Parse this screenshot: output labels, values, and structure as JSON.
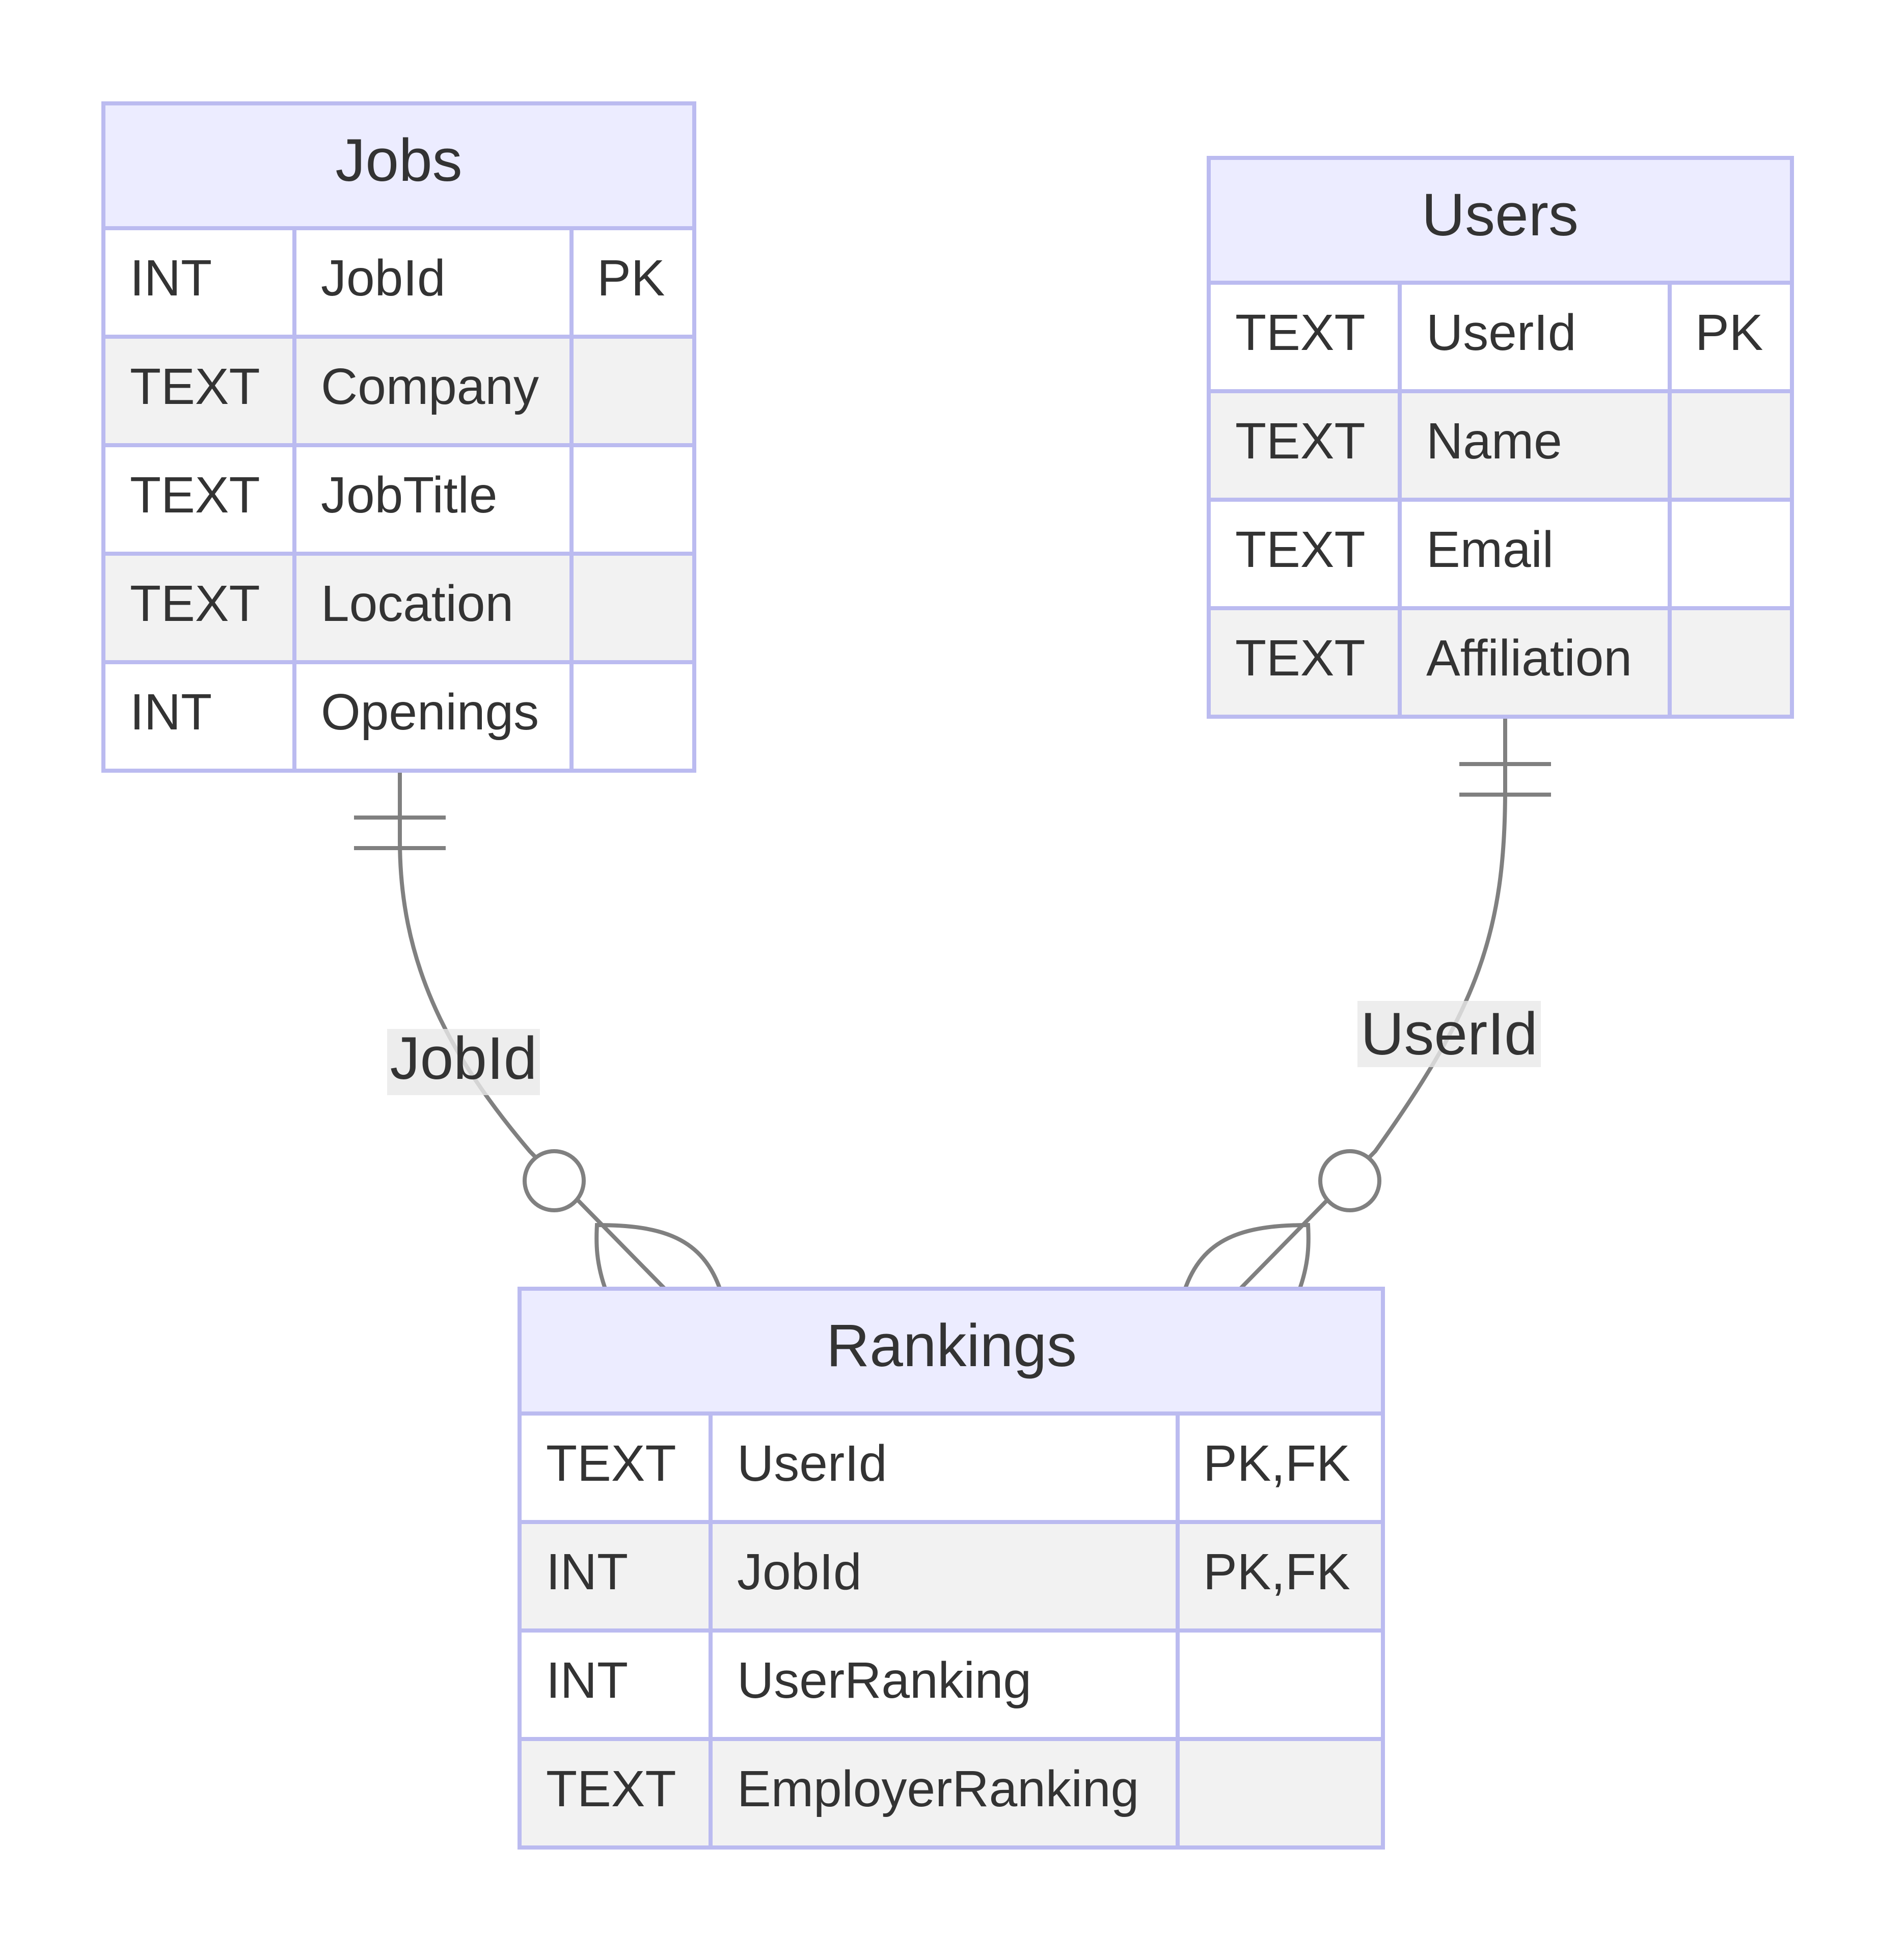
{
  "entities": {
    "jobs": {
      "name": "Jobs",
      "attributes": [
        {
          "type": "INT",
          "name": "JobId",
          "key": "PK"
        },
        {
          "type": "TEXT",
          "name": "Company",
          "key": ""
        },
        {
          "type": "TEXT",
          "name": "JobTitle",
          "key": ""
        },
        {
          "type": "TEXT",
          "name": "Location",
          "key": ""
        },
        {
          "type": "INT",
          "name": "Openings",
          "key": ""
        }
      ]
    },
    "users": {
      "name": "Users",
      "attributes": [
        {
          "type": "TEXT",
          "name": "UserId",
          "key": "PK"
        },
        {
          "type": "TEXT",
          "name": "Name",
          "key": ""
        },
        {
          "type": "TEXT",
          "name": "Email",
          "key": ""
        },
        {
          "type": "TEXT",
          "name": "Affiliation",
          "key": ""
        }
      ]
    },
    "rankings": {
      "name": "Rankings",
      "attributes": [
        {
          "type": "TEXT",
          "name": "UserId",
          "key": "PK,FK"
        },
        {
          "type": "INT",
          "name": "JobId",
          "key": "PK,FK"
        },
        {
          "type": "INT",
          "name": "UserRanking",
          "key": ""
        },
        {
          "type": "TEXT",
          "name": "EmployerRanking",
          "key": ""
        }
      ]
    }
  },
  "relationships": {
    "jobs_rankings": {
      "label": "JobId",
      "from": "Jobs",
      "to": "Rankings",
      "from_cardinality": "exactly-one",
      "to_cardinality": "zero-or-more"
    },
    "users_rankings": {
      "label": "UserId",
      "from": "Users",
      "to": "Rankings",
      "from_cardinality": "exactly-one",
      "to_cardinality": "zero-or-more"
    }
  },
  "colors": {
    "entity_header": "#ECECFF",
    "entity_border": "#BBBBF0",
    "row_alt": "#F2F2F2",
    "line": "#808080",
    "text": "#333333"
  }
}
